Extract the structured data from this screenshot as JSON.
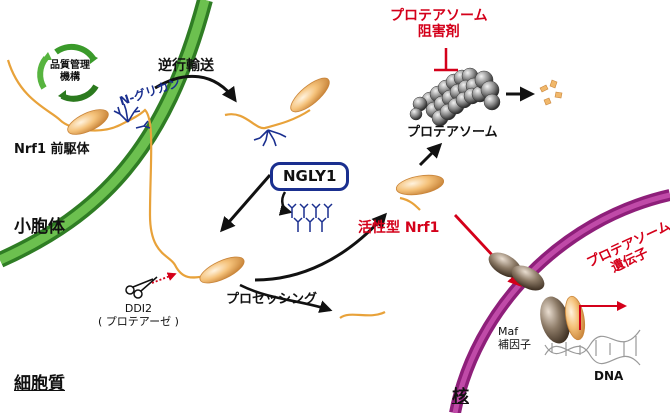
{
  "labels": {
    "qc_badge_line1": "品質管理",
    "qc_badge_line2": "機構",
    "retrograde_transport": "逆行輸送",
    "n_glycan": "N-グリカン",
    "nrf1_precursor": "Nrf1 前駆体",
    "ngly1": "NGLY1",
    "er": "小胞体",
    "ddi2_line1": "DDI2",
    "ddi2_line2": "( プロテアーゼ )",
    "processing": "プロセッシング",
    "cytoplasm": "細胞質",
    "active_nrf1": "活性型 Nrf1",
    "proteasome": "プロテアソーム",
    "inhibitor_line1": "プロテアソーム",
    "inhibitor_line2": "阻害剤",
    "maf_line1": "Maf",
    "maf_line2": "補因子",
    "genes_line1": "プロテアソーム",
    "genes_line2": "遺伝子",
    "dna": "DNA",
    "nucleus": "核"
  },
  "colors": {
    "er_membrane": "#4aa23a",
    "nuclear_membrane": "#8e1f7a",
    "protein": "#f1b86b",
    "chain": "#e8a23a",
    "glycan": "#1a2f8f",
    "inhibition": "#d4001a"
  }
}
